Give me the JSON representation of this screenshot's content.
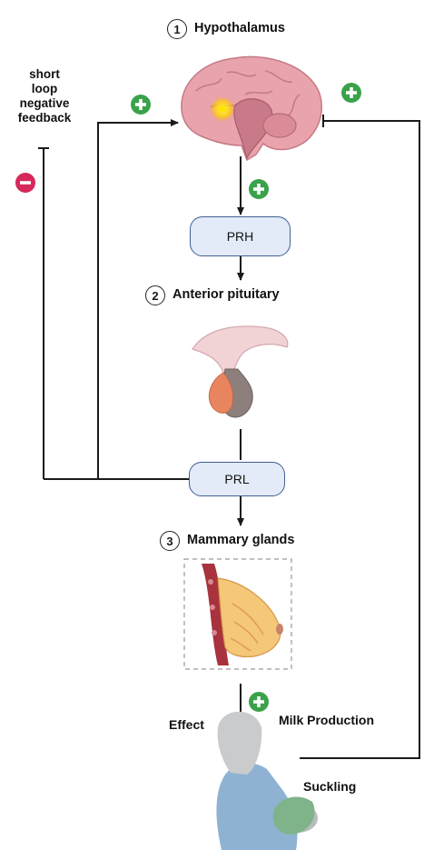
{
  "steps": [
    {
      "number": "1",
      "label": "Hypothalamus"
    },
    {
      "number": "2",
      "label": "Anterior pituitary"
    },
    {
      "number": "3",
      "label": "Mammary glands"
    }
  ],
  "hormones": {
    "prh": "PRH",
    "prl": "PRL"
  },
  "feedback_lines": [
    "short",
    "loop",
    "negative",
    "feedback"
  ],
  "effect_label": "Effect",
  "milk_label": "Milk Production",
  "suckling_label": "Suckling",
  "colors": {
    "positive": "#3aa24a",
    "negative": "#d6285a",
    "pill_fill": "#e3ebf8",
    "pill_border": "#3f5f93",
    "line": "#1a1a1a"
  },
  "icons": [
    "plus-icon",
    "minus-icon",
    "brain-icon",
    "pituitary-icon",
    "breast-icon",
    "mother-infant-icon"
  ]
}
